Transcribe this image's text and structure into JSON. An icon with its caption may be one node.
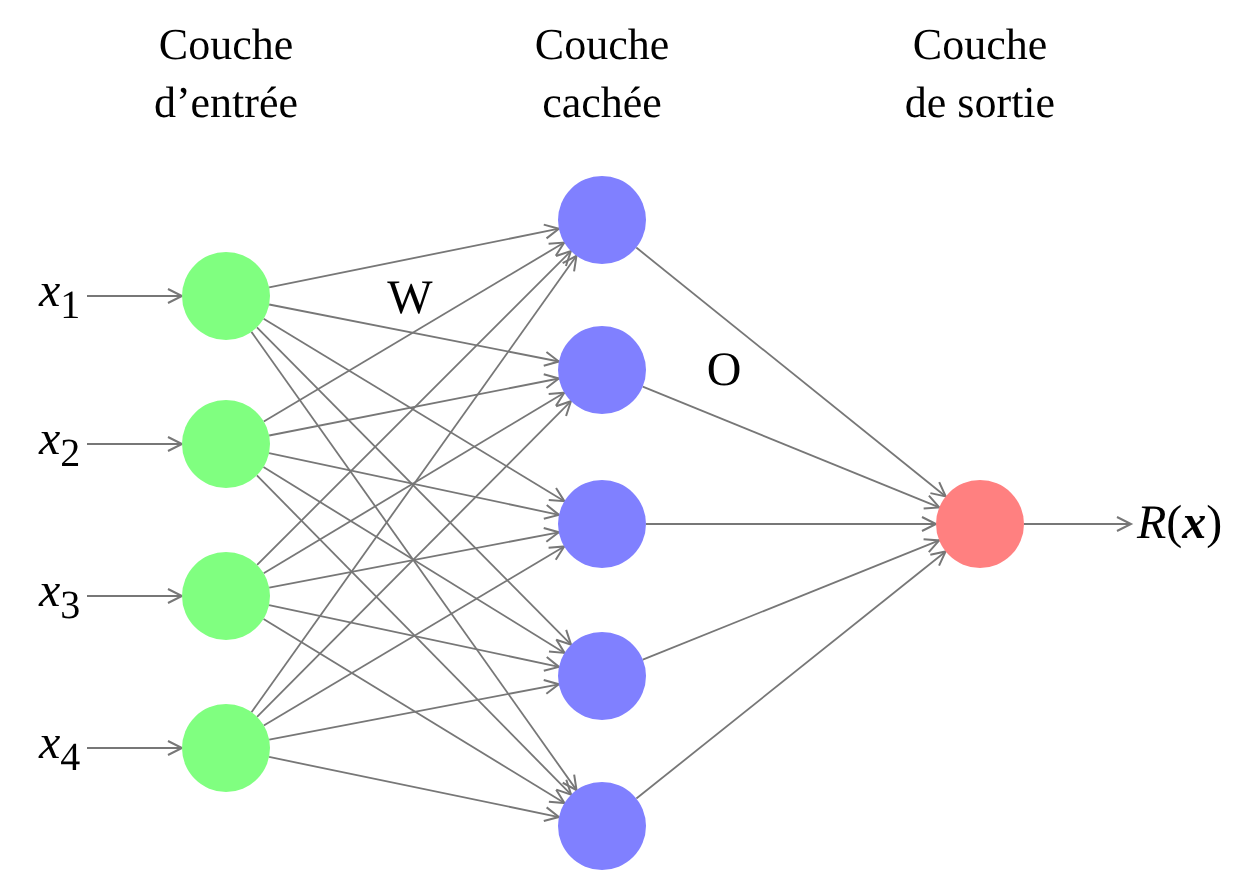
{
  "diagram": {
    "nodes": [
      {
        "text": [
          "*x*$_{1}$"
        ]
      },
      {
        "text": [
          "*x*$_{2}$"
        ]
      },
      {
        "text": [
          "*x*$_{3}$"
        ]
      },
      {
        "text": [
          "*x*$_{4}$"
        ]
      },
      {
        "text": [],
        "shape": "circle"
      },
      {
        "text": [],
        "shape": "circle"
      },
      {
        "text": [],
        "shape": "circle"
      },
      {
        "text": [],
        "shape": "circle"
      },
      {
        "text": [],
        "shape": "circle"
      },
      {
        "text": [],
        "shape": "circle"
      },
      {
        "text": [],
        "shape": "circle"
      },
      {
        "text": [],
        "shape": "circle"
      },
      {
        "text": [],
        "shape": "circle"
      },
      {
        "text": [],
        "shape": "circle"
      },
      {
        "text": [
          "*R*(**x**)"
        ]
      }
    ],
    "edges": [
      {
        "from": 0,
        "to": 4,
        "arrow": "to"
      },
      {
        "from": 1,
        "to": 5,
        "arrow": "to"
      },
      {
        "from": 2,
        "to": 6,
        "arrow": "to"
      },
      {
        "from": 3,
        "to": 7,
        "arrow": "to"
      },
      {
        "from": 4,
        "to": 8,
        "arrow": "to"
      },
      {
        "from": 4,
        "to": 9,
        "arrow": "to"
      },
      {
        "from": 4,
        "to": 10,
        "arrow": "to"
      },
      {
        "from": 4,
        "to": 11,
        "arrow": "to"
      },
      {
        "from": 4,
        "to": 12,
        "arrow": "to"
      },
      {
        "from": 5,
        "to": 8,
        "arrow": "to"
      },
      {
        "from": 5,
        "to": 9,
        "arrow": "to"
      },
      {
        "from": 5,
        "to": 10,
        "arrow": "to"
      },
      {
        "from": 5,
        "to": 11,
        "arrow": "to"
      },
      {
        "from": 5,
        "to": 12,
        "arrow": "to"
      },
      {
        "from": 6,
        "to": 8,
        "arrow": "to"
      },
      {
        "from": 6,
        "to": 9,
        "arrow": "to"
      },
      {
        "from": 6,
        "to": 10,
        "arrow": "to"
      },
      {
        "from": 6,
        "to": 11,
        "arrow": "to"
      },
      {
        "from": 6,
        "to": 12,
        "arrow": "to"
      },
      {
        "from": 7,
        "to": 8,
        "arrow": "to"
      },
      {
        "from": 7,
        "to": 9,
        "arrow": "to"
      },
      {
        "from": 7,
        "to": 10,
        "arrow": "to"
      },
      {
        "from": 7,
        "to": 11,
        "arrow": "to"
      },
      {
        "from": 7,
        "to": 12,
        "arrow": "to"
      },
      {
        "from": 8,
        "to": 13,
        "arrow": "to"
      },
      {
        "from": 9,
        "to": 13,
        "arrow": "to"
      },
      {
        "from": 10,
        "to": 13,
        "arrow": "to"
      },
      {
        "from": 11,
        "to": 13,
        "arrow": "to"
      },
      {
        "from": 12,
        "to": 13,
        "arrow": "to"
      },
      {
        "from": 13,
        "to": 14,
        "arrow": "to"
      }
    ],
    "labels": [
      "Couche d’entrée",
      "Couche cachée",
      "Couche de sortie",
      "W",
      "O"
    ]
  }
}
